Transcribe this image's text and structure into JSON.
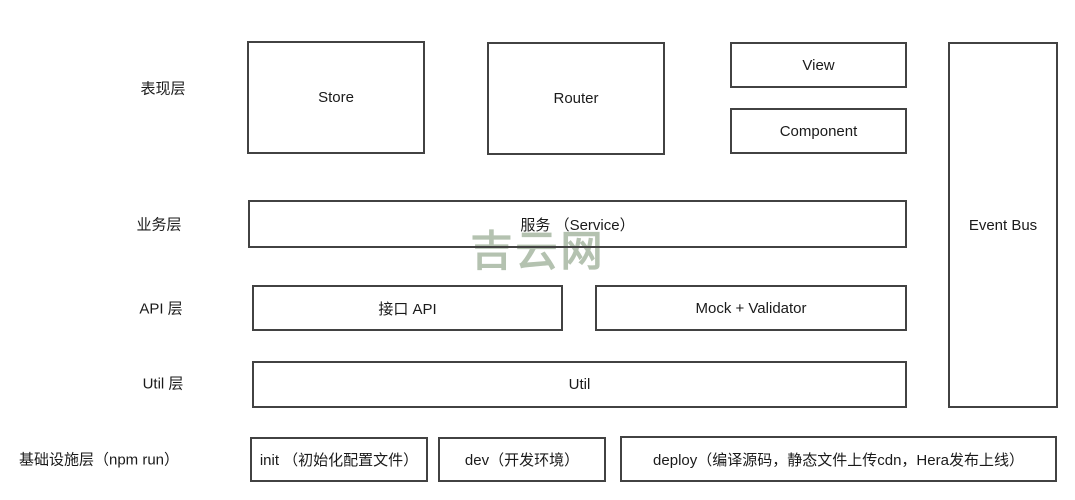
{
  "diagram": {
    "title": "frontend-architecture-layers",
    "watermark": {
      "text": "吉云网",
      "color": "#b4c2b0"
    },
    "colors": {
      "background": "#ffffff",
      "border": "#424242",
      "text": "#1a1a1a"
    },
    "row_labels": [
      {
        "id": "presentation",
        "text": "表现层"
      },
      {
        "id": "business",
        "text": "业务层"
      },
      {
        "id": "api",
        "text": "API 层"
      },
      {
        "id": "util",
        "text": "Util 层"
      },
      {
        "id": "infrastructure",
        "text": "基础设施层（npm run）"
      }
    ],
    "boxes": [
      {
        "id": "store",
        "layer": "presentation",
        "label": "Store"
      },
      {
        "id": "router",
        "layer": "presentation",
        "label": "Router"
      },
      {
        "id": "view",
        "layer": "presentation",
        "label": "View"
      },
      {
        "id": "component",
        "layer": "presentation",
        "label": "Component"
      },
      {
        "id": "service",
        "layer": "business",
        "label": "服务 （Service）"
      },
      {
        "id": "api-interface",
        "layer": "api",
        "label": "接口 API"
      },
      {
        "id": "mock-validator",
        "layer": "api",
        "label": "Mock + Validator"
      },
      {
        "id": "util",
        "layer": "util",
        "label": "Util"
      },
      {
        "id": "init",
        "layer": "infrastructure",
        "label": "init （初始化配置文件）"
      },
      {
        "id": "dev",
        "layer": "infrastructure",
        "label": "dev（开发环境）"
      },
      {
        "id": "deploy",
        "layer": "infrastructure",
        "label": "deploy（编译源码，静态文件上传cdn，Hera发布上线）"
      },
      {
        "id": "event-bus",
        "layer": "cross-cutting",
        "label": "Event Bus"
      }
    ]
  }
}
